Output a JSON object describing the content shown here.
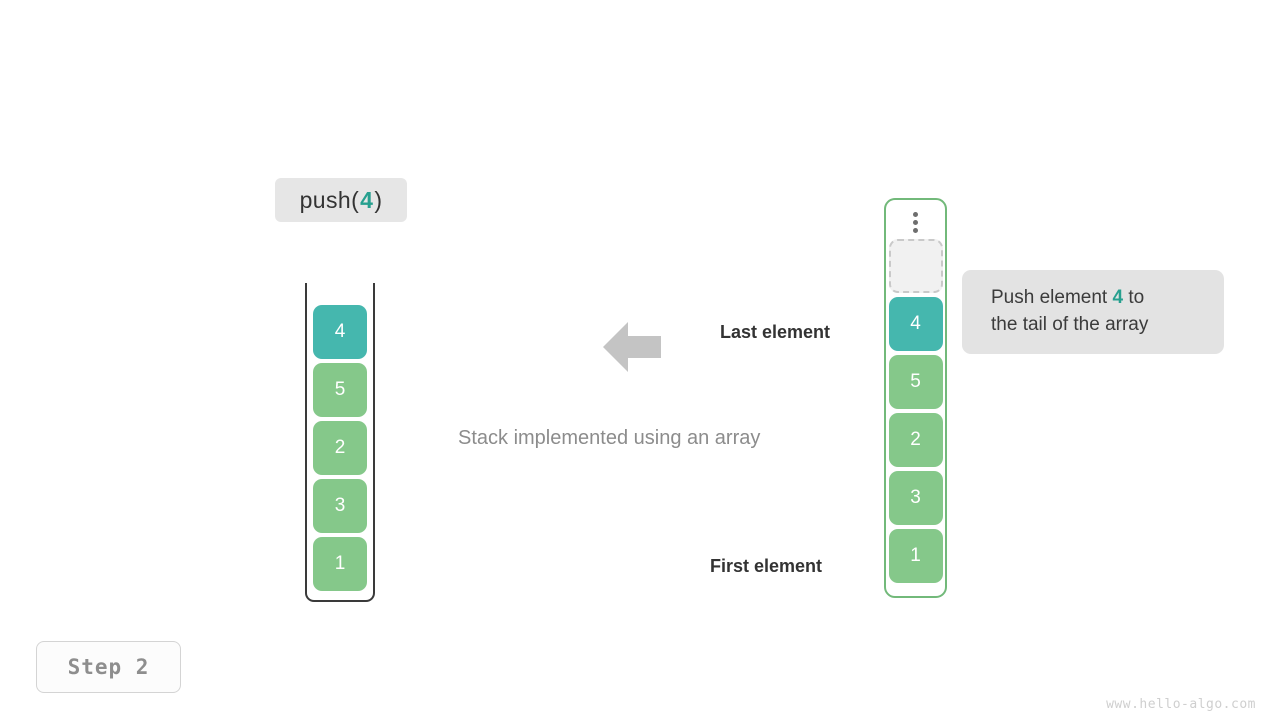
{
  "operation": {
    "prefix": "push(",
    "value": "4",
    "suffix": ")"
  },
  "left_stack": {
    "name": "stack-array-before",
    "cells": [
      {
        "value": "4",
        "state": "teal"
      },
      {
        "value": "5",
        "state": "green"
      },
      {
        "value": "2",
        "state": "green"
      },
      {
        "value": "3",
        "state": "green"
      },
      {
        "value": "1",
        "state": "green"
      }
    ]
  },
  "right_stack": {
    "name": "array-representation",
    "ellipsis_icon": "vertical-ellipsis-icon",
    "cells": [
      {
        "value": "",
        "state": "empty"
      },
      {
        "value": "4",
        "state": "teal"
      },
      {
        "value": "5",
        "state": "green"
      },
      {
        "value": "2",
        "state": "green"
      },
      {
        "value": "3",
        "state": "green"
      },
      {
        "value": "1",
        "state": "green"
      }
    ]
  },
  "labels": {
    "last_element": "Last element",
    "first_element": "First element",
    "caption": "Stack implemented using an array",
    "arrow_icon": "left-arrow-icon"
  },
  "annotation": {
    "line1_before": "Push element ",
    "line1_value": "4",
    "line1_after": " to",
    "line2": "the tail of the array"
  },
  "step_badge": "Step 2",
  "watermark": "www.hello-algo.com",
  "colors": {
    "teal": "#45b7ae",
    "green": "#85c88a",
    "accent_text": "#27a08f",
    "container_border": "#72b97a",
    "arrow": "#c4c4c4",
    "chip_bg": "#e6e6e6"
  }
}
